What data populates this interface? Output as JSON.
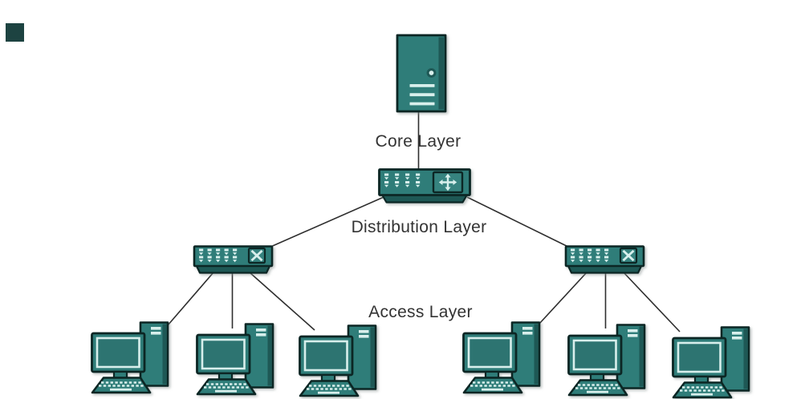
{
  "labels": {
    "core": "Core Layer",
    "distribution": "Distribution Layer",
    "access": "Access Layer"
  },
  "colors": {
    "background": "#ffffff",
    "teal": "#2f7d79",
    "teal_panel": "#36837f",
    "teal_dark": "#1e5855",
    "teal_screen": "#2d7471",
    "pale": "#d8efec",
    "outline": "#0c2624",
    "line": "#2e2e2e",
    "label": "#333333",
    "artifact": "#1d4341",
    "shadow": "rgba(140,150,148,0.55)"
  },
  "nodes": {
    "core_server": {
      "type": "server",
      "layer": "Core Layer"
    },
    "distribution_switch": {
      "type": "multilayer-switch",
      "layer": "Distribution Layer"
    },
    "access_switch_left": {
      "type": "workgroup-switch",
      "layer": "Access Layer"
    },
    "access_switch_right": {
      "type": "workgroup-switch",
      "layer": "Access Layer"
    },
    "workstations": {
      "type": "desktop-computer",
      "count": 6
    }
  },
  "connections": [
    "core-server - distribution-switch",
    "distribution-switch - access-switch-left",
    "distribution-switch - access-switch-right",
    "access-switch-left - workstation-1",
    "access-switch-left - workstation-2",
    "access-switch-left - workstation-3",
    "access-switch-right - workstation-4",
    "access-switch-right - workstation-5",
    "access-switch-right - workstation-6"
  ]
}
